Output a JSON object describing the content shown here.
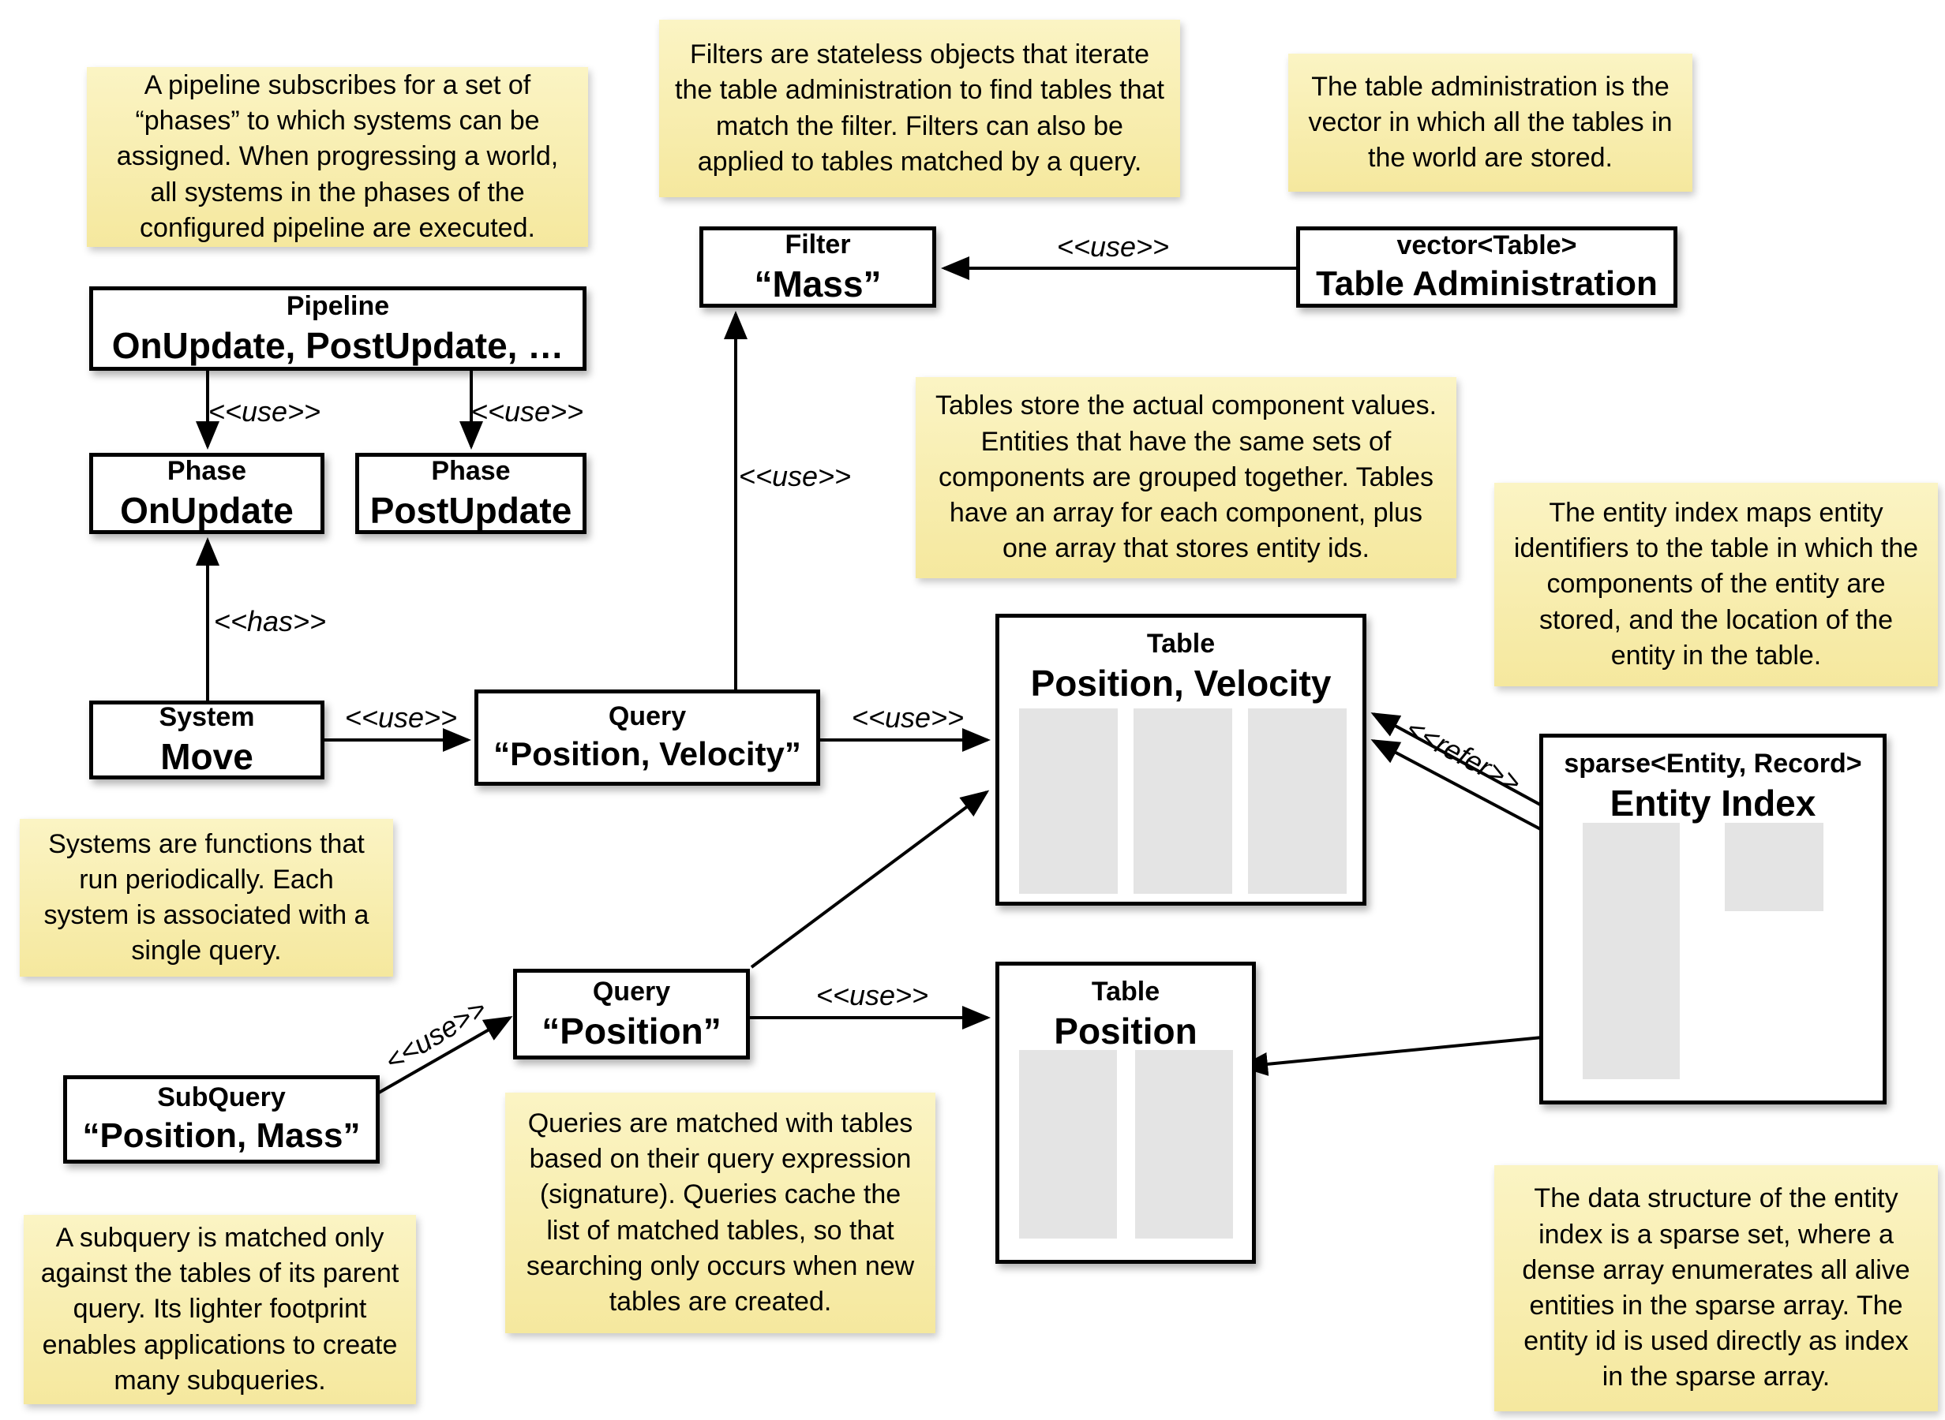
{
  "diagram": {
    "notes": [
      {
        "id": "pipeline-note",
        "text": "A pipeline subscribes for a set of “phases” to which systems can be assigned. When progressing a world, all systems in the phases of the configured pipeline are executed."
      },
      {
        "id": "filters-note",
        "text": "Filters are stateless objects that iterate the table administration to find tables that match the filter. Filters can also be applied to tables matched by a query."
      },
      {
        "id": "table-admin-note",
        "text": "The table administration is the vector in which all the tables in the world are stored."
      },
      {
        "id": "tables-note",
        "text": "Tables store the actual component values. Entities that have the same sets of components are grouped together. Tables have an array for each component, plus one array that stores entity ids."
      },
      {
        "id": "entity-index-note",
        "text": "The entity index maps entity identifiers to the table in which the components of the entity are stored, and the location of the entity in the table."
      },
      {
        "id": "systems-note",
        "text": "Systems are functions that run periodically. Each system is associated with a single query."
      },
      {
        "id": "queries-note",
        "text": "Queries are matched with tables based on their query expression (signature). Queries cache the list of matched tables, so that searching only occurs when new tables are created."
      },
      {
        "id": "subquery-note",
        "text": "A subquery is matched only against the tables of its parent query. Its lighter footprint enables applications to create many subqueries."
      },
      {
        "id": "sparse-set-note",
        "text": "The data structure of the entity index is a sparse set, where a dense array enumerates all alive entities in the sparse array. The entity id is used directly as index in the sparse array."
      }
    ],
    "boxes": [
      {
        "id": "pipeline",
        "stereotype": "Pipeline",
        "name": "OnUpdate, PostUpdate, …"
      },
      {
        "id": "phase-onupdate",
        "stereotype": "Phase",
        "name": "OnUpdate"
      },
      {
        "id": "phase-postupdate",
        "stereotype": "Phase",
        "name": "PostUpdate"
      },
      {
        "id": "system-move",
        "stereotype": "System",
        "name": "Move"
      },
      {
        "id": "query-position-velocity",
        "stereotype": "Query",
        "name": "“Position, Velocity”"
      },
      {
        "id": "filter-mass",
        "stereotype": "Filter",
        "name": "“Mass”"
      },
      {
        "id": "table-administration",
        "stereotype": "vector<Table>",
        "name": "Table Administration"
      },
      {
        "id": "table-position-velocity",
        "stereotype": "Table",
        "name": "Position, Velocity"
      },
      {
        "id": "table-position",
        "stereotype": "Table",
        "name": "Position"
      },
      {
        "id": "query-position",
        "stereotype": "Query",
        "name": "“Position”"
      },
      {
        "id": "subquery-position-mass",
        "stereotype": "SubQuery",
        "name": "“Position, Mass”"
      },
      {
        "id": "entity-index",
        "stereotype": "sparse<Entity, Record>",
        "name": "Entity Index"
      }
    ],
    "edge_labels": {
      "use": "<<use>>",
      "has": "<<has>>",
      "refer": "<<refer>>"
    },
    "colors": {
      "note_top": "#fbf4c4",
      "note_bottom": "#f5e89e",
      "array_fill": "#e4e4e4",
      "line": "#000000",
      "background": "#ffffff"
    }
  }
}
